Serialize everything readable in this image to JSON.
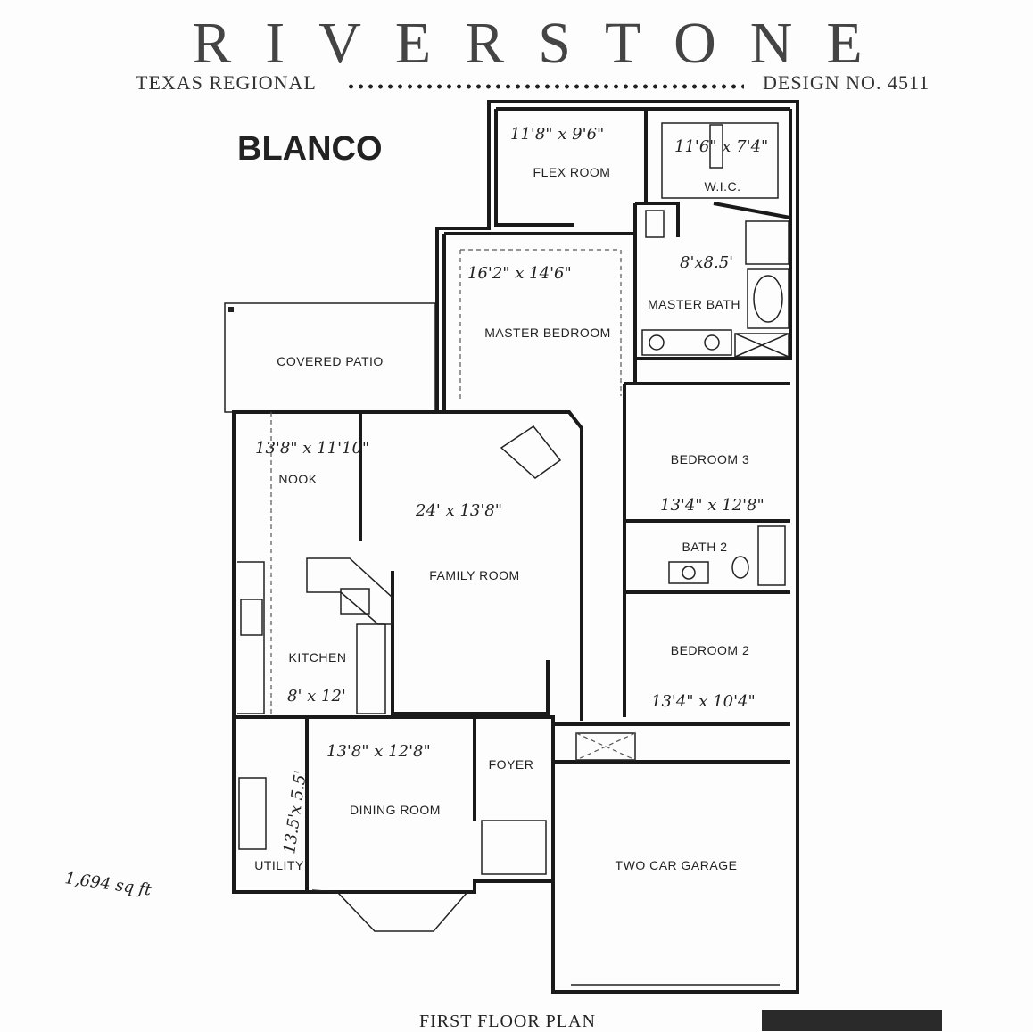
{
  "header": {
    "brand": "RIVERSTONE",
    "region": "TEXAS REGIONAL",
    "design": "DESIGN NO. 4511",
    "plan_name": "BLANCO"
  },
  "rooms": {
    "flex": {
      "label": "FLEX ROOM",
      "dim": "11'8\" x 9'6\""
    },
    "wic": {
      "label": "W.I.C.",
      "dim": "11'6\" x 7'4\""
    },
    "master_bath": {
      "label": "MASTER BATH",
      "dim": "8'x8.5'"
    },
    "master_bedroom": {
      "label": "MASTER BEDROOM",
      "dim": "16'2\" x 14'6\""
    },
    "covered_patio": {
      "label": "COVERED PATIO"
    },
    "nook": {
      "label": "NOOK",
      "dim": "13'8\" x 11'10\""
    },
    "family_room": {
      "label": "FAMILY ROOM",
      "dim": "24' x 13'8\""
    },
    "bedroom3": {
      "label": "BEDROOM 3",
      "dim": "13'4\" x 12'8\""
    },
    "bath2": {
      "label": "BATH 2"
    },
    "kitchen": {
      "label": "KITCHEN",
      "dim": "8' x 12'"
    },
    "bedroom2": {
      "label": "BEDROOM 2",
      "dim": "13'4\" x 10'4\""
    },
    "foyer": {
      "label": "FOYER"
    },
    "dining": {
      "label": "DINING ROOM",
      "dim": "13'8\" x 12'8\""
    },
    "utility": {
      "label": "UTILITY",
      "dim": "13.5'x 5.5'"
    },
    "garage": {
      "label": "TWO CAR GARAGE"
    }
  },
  "total_area": "1,694 sq ft",
  "footer": {
    "caption": "FIRST FLOOR PLAN"
  }
}
